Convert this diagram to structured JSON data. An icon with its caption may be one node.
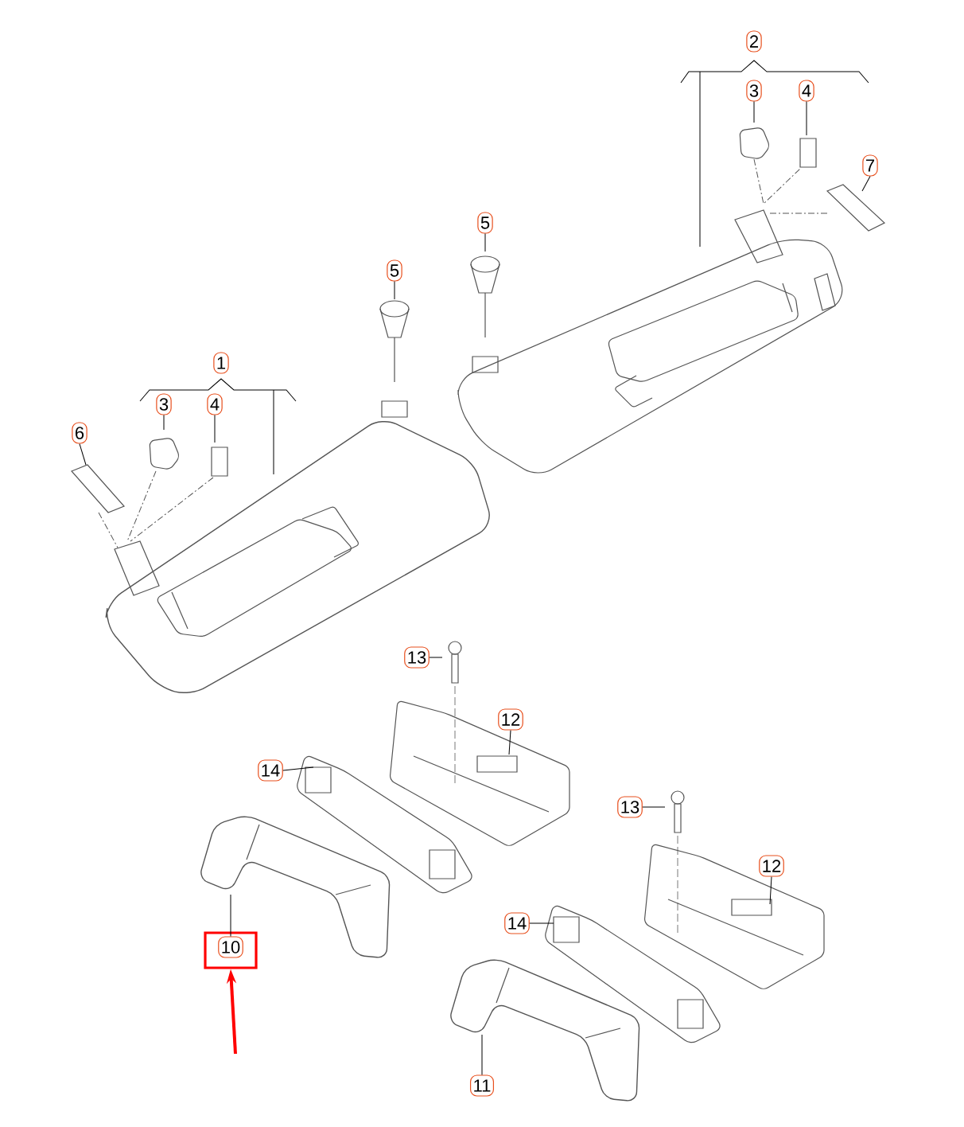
{
  "diagram": {
    "nodes": [
      {
        "text": [
          "2"
        ]
      },
      {
        "text": [
          "3"
        ]
      },
      {
        "text": [
          "4"
        ]
      },
      {
        "text": [
          "7"
        ]
      },
      {
        "text": [
          "5"
        ]
      },
      {
        "text": [
          "5"
        ]
      },
      {
        "text": [
          "1"
        ]
      },
      {
        "text": [
          "3"
        ]
      },
      {
        "text": [
          "4"
        ]
      },
      {
        "text": [
          "6"
        ]
      },
      {
        "text": [
          "13"
        ]
      },
      {
        "text": [
          "12"
        ]
      },
      {
        "text": [
          "14"
        ]
      },
      {
        "text": [
          "13"
        ]
      },
      {
        "text": [
          "12"
        ]
      },
      {
        "text": [
          "14"
        ]
      },
      {
        "text": [],
        "shape": "box"
      },
      {
        "text": [
          "10"
        ],
        "in": 16
      },
      {
        "text": [
          "11"
        ]
      }
    ],
    "edges": [
      {
        "from": 1,
        "to": null,
        "arrow": "none"
      },
      {
        "from": 2,
        "to": null,
        "arrow": "none"
      },
      {
        "from": 3,
        "to": null,
        "arrow": "none"
      },
      {
        "from": 4,
        "to": null,
        "arrow": "none"
      },
      {
        "from": 5,
        "to": null,
        "arrow": "none"
      },
      {
        "from": 7,
        "to": null,
        "arrow": "none"
      },
      {
        "from": 8,
        "to": null,
        "arrow": "none"
      },
      {
        "from": 9,
        "to": null,
        "arrow": "none"
      },
      {
        "from": 10,
        "to": null,
        "arrow": "none"
      },
      {
        "from": 11,
        "to": null,
        "arrow": "none"
      },
      {
        "from": 12,
        "to": null,
        "arrow": "none"
      },
      {
        "from": 13,
        "to": null,
        "arrow": "none"
      },
      {
        "from": 14,
        "to": null,
        "arrow": "none"
      },
      {
        "from": 15,
        "to": null,
        "arrow": "none"
      },
      {
        "from": 17,
        "to": null,
        "arrow": "none"
      },
      {
        "from": 18,
        "to": null,
        "arrow": "none"
      },
      {
        "from": null,
        "to": 16,
        "arrow": "to",
        "style": "thick",
        "color": "#ff0000"
      }
    ]
  }
}
